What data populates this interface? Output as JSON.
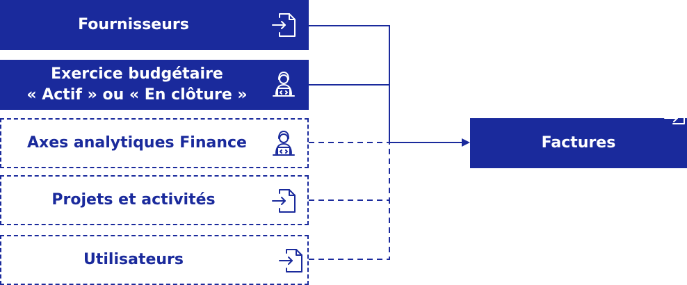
{
  "sources": [
    {
      "label": "Fournisseurs",
      "style": "solid",
      "icon": "file-import-icon"
    },
    {
      "label": "Exercice budgétaire\n« Actif » ou « En clôture »",
      "style": "solid",
      "icon": "developer-icon"
    },
    {
      "label": "Axes analytiques Finance",
      "style": "dashed",
      "icon": "developer-icon"
    },
    {
      "label": "Projets et activités",
      "style": "dashed",
      "icon": "file-import-icon"
    },
    {
      "label": "Utilisateurs",
      "style": "dashed",
      "icon": "file-import-icon"
    }
  ],
  "target": {
    "label": "Factures",
    "icon": "import-icon"
  },
  "colors": {
    "primary": "#1a2a9c",
    "text_on_primary": "#ffffff",
    "background": "#ffffff"
  }
}
